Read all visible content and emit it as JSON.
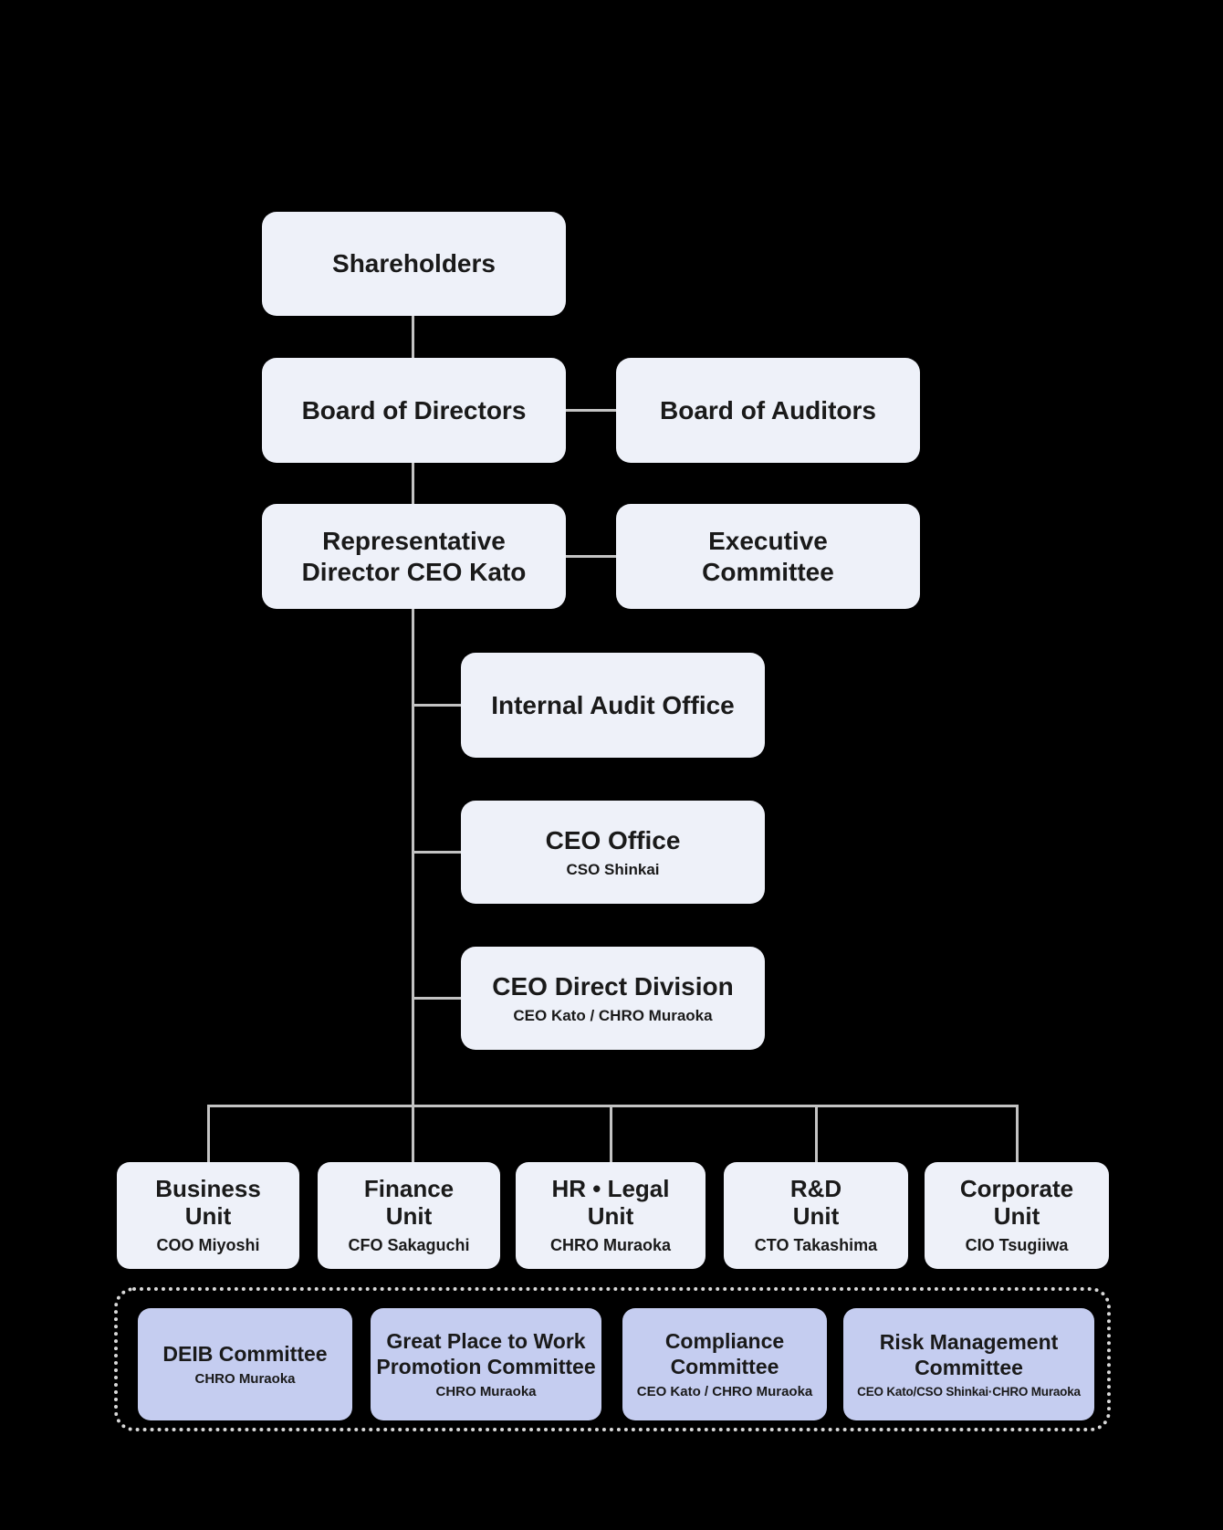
{
  "nodes": {
    "shareholders": {
      "title": "Shareholders"
    },
    "board_of_directors": {
      "title": "Board of Directors"
    },
    "board_of_auditors": {
      "title": "Board of Auditors"
    },
    "representative_director": {
      "title": "Representative\nDirector CEO Kato"
    },
    "executive_committee": {
      "title": "Executive\nCommittee"
    },
    "internal_audit_office": {
      "title": "Internal Audit Office"
    },
    "ceo_office": {
      "title": "CEO Office",
      "sub": "CSO Shinkai"
    },
    "ceo_direct_division": {
      "title": "CEO Direct Division",
      "sub": "CEO Kato / CHRO Muraoka"
    }
  },
  "units": [
    {
      "title": "Business\nUnit",
      "sub": "COO Miyoshi"
    },
    {
      "title": "Finance\nUnit",
      "sub": "CFO Sakaguchi"
    },
    {
      "title": "HR • Legal\nUnit",
      "sub": "CHRO Muraoka"
    },
    {
      "title": "R&D\nUnit",
      "sub": "CTO Takashima"
    },
    {
      "title": "Corporate\nUnit",
      "sub": "CIO Tsugiiwa"
    }
  ],
  "committees": [
    {
      "title": "DEIB Committee",
      "sub": "CHRO Muraoka"
    },
    {
      "title": "Great Place to Work\nPromotion Committee",
      "sub": "CHRO Muraoka"
    },
    {
      "title": "Compliance\nCommittee",
      "sub": "CEO Kato / CHRO Muraoka"
    },
    {
      "title": "Risk Management\nCommittee",
      "sub": "CEO Kato/CSO Shinkai·CHRO Muraoka"
    }
  ],
  "colors": {
    "background": "#000000",
    "box_fill": "#eef1f9",
    "committee_fill": "#c5cdf0",
    "connector": "#c3c3c3",
    "text": "#1a1a1a",
    "dotted_border": "#d8d8d8"
  }
}
